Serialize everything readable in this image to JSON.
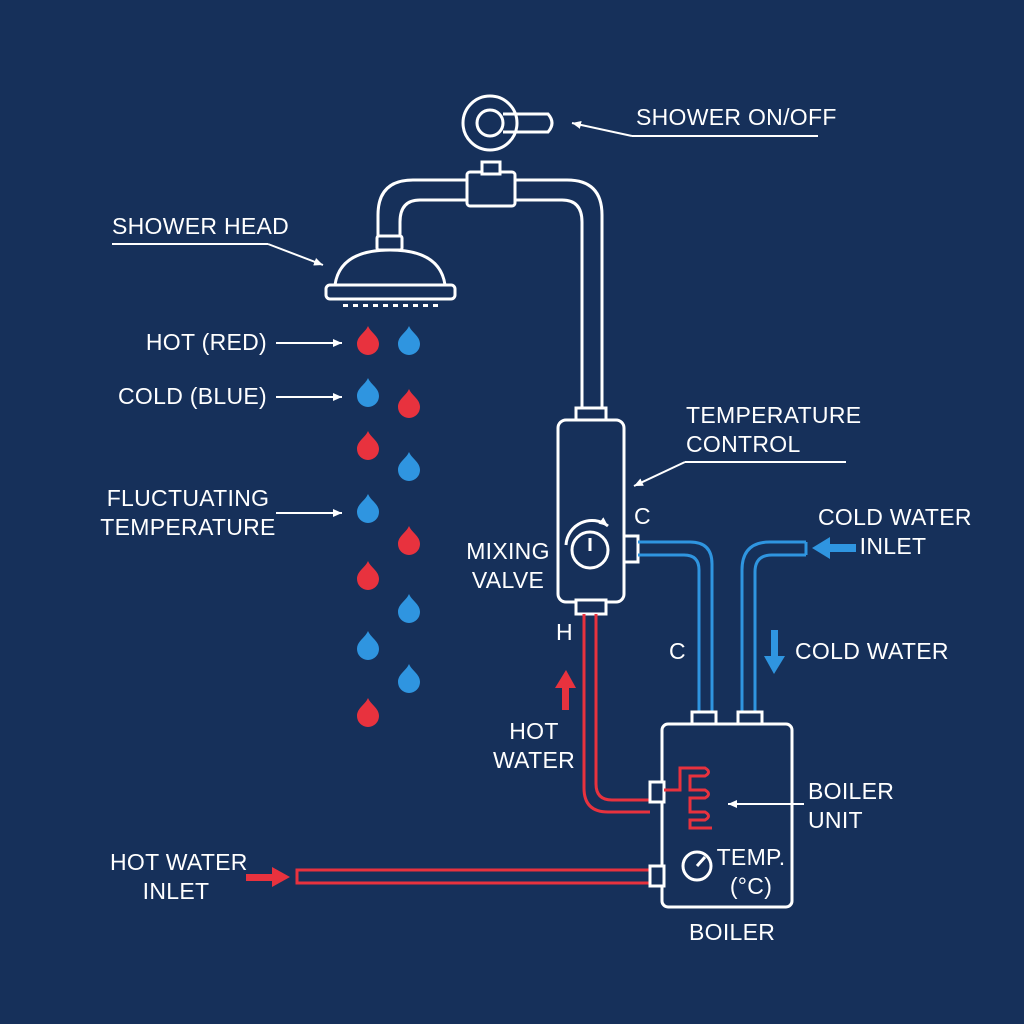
{
  "background_color": "#16305a",
  "colors": {
    "line": "#ffffff",
    "hot": "#e8323e",
    "cold": "#2f95e0"
  },
  "labels": {
    "shower_on_off": "SHOWER ON/OFF",
    "shower_head": "SHOWER HEAD",
    "hot_red": "HOT (RED)",
    "cold_blue": "COLD (BLUE)",
    "fluctuating": [
      "FLUCTUATING",
      "TEMPERATURE"
    ],
    "temperature_control": [
      "TEMPERATURE",
      "CONTROL"
    ],
    "mixing_valve": [
      "MIXING",
      "VALVE"
    ],
    "valve_cold_port": "C",
    "valve_hot_port": "H",
    "cold_pipe_marker": "C",
    "cold_water_inlet": [
      "COLD WATER",
      "INLET"
    ],
    "cold_water": "COLD WATER",
    "hot_water": [
      "HOT",
      "WATER"
    ],
    "boiler_unit": [
      "BOILER",
      "UNIT"
    ],
    "temp": [
      "TEMP.",
      "(°C)"
    ],
    "hot_water_inlet": [
      "HOT WATER",
      "INLET"
    ],
    "boiler": "BOILER"
  },
  "droplet_columns": {
    "left": [
      "hot",
      "cold",
      "hot",
      "cold",
      "hot",
      "cold",
      "hot"
    ],
    "right": [
      "cold",
      "hot",
      "cold",
      "hot",
      "cold",
      "cold"
    ]
  }
}
